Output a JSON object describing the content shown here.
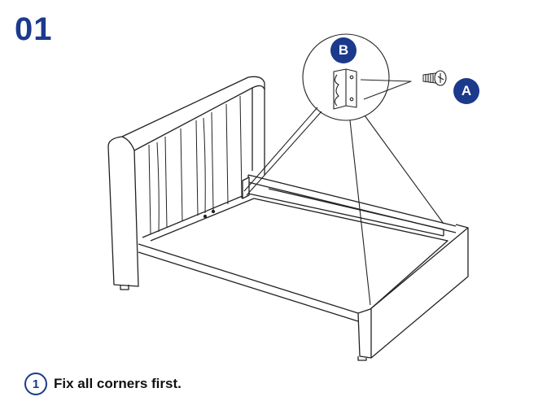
{
  "step": {
    "number": "01"
  },
  "parts": {
    "a_label": "A",
    "b_label": "B"
  },
  "instruction": {
    "index": "1",
    "text": "Fix all corners first."
  },
  "colors": {
    "accent": "#1b3a8c"
  }
}
